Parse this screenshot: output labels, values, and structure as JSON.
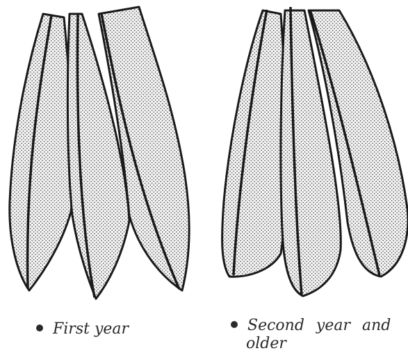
{
  "captions": {
    "first": "First year",
    "second_line1": "Second year and",
    "second_line2": "older"
  },
  "colors": {
    "ink": "#1a1a1a",
    "stipple": "#3a3a3a",
    "paper": "#ffffff"
  }
}
